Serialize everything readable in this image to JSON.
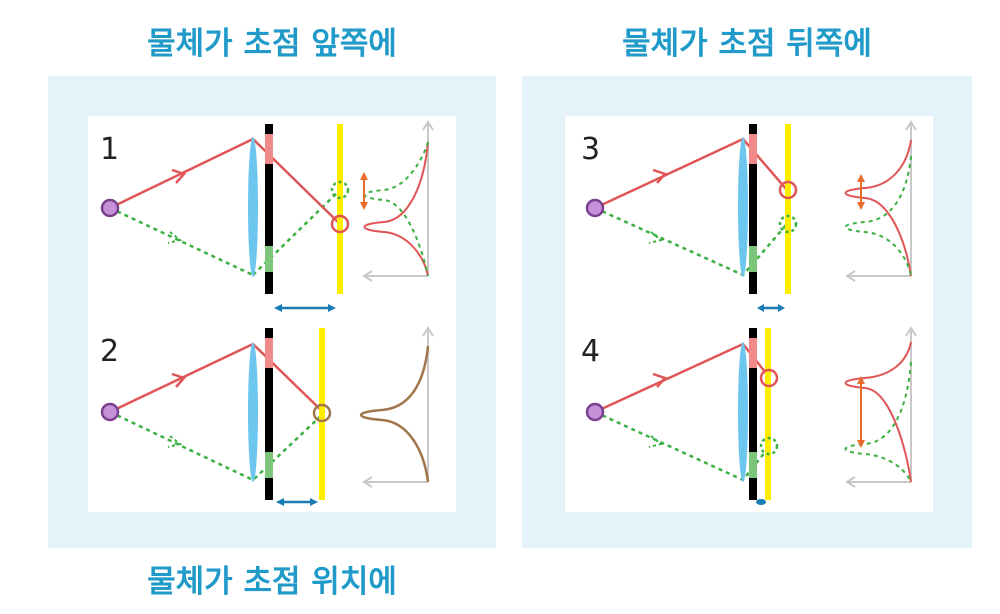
{
  "headings": {
    "front": "물체가 초점 앞쪽에",
    "back": "물체가 초점 뒤쪽에",
    "at": "물체가 초점 위치에"
  },
  "colors": {
    "heading": "#1f9ac9",
    "frame": "#e3f3f9",
    "lens": "#6cc6ee",
    "aperture": "#000000",
    "aperture_red": "#f08a8a",
    "aperture_green": "#7bc67b",
    "screen": "#ffee00",
    "ray_red": "#e05656",
    "ray_green": "#3cb043",
    "profile_brown": "#a0764b",
    "axis_grey": "#c8c8c8",
    "arrow_blue": "#1a7cb5",
    "arrow_orange": "#e86a2c",
    "source_fill": "#c791d9",
    "source_stroke": "#7a3f8f"
  },
  "panels": [
    {
      "number": "1"
    },
    {
      "number": "2"
    },
    {
      "number": "3"
    },
    {
      "number": "4"
    }
  ]
}
